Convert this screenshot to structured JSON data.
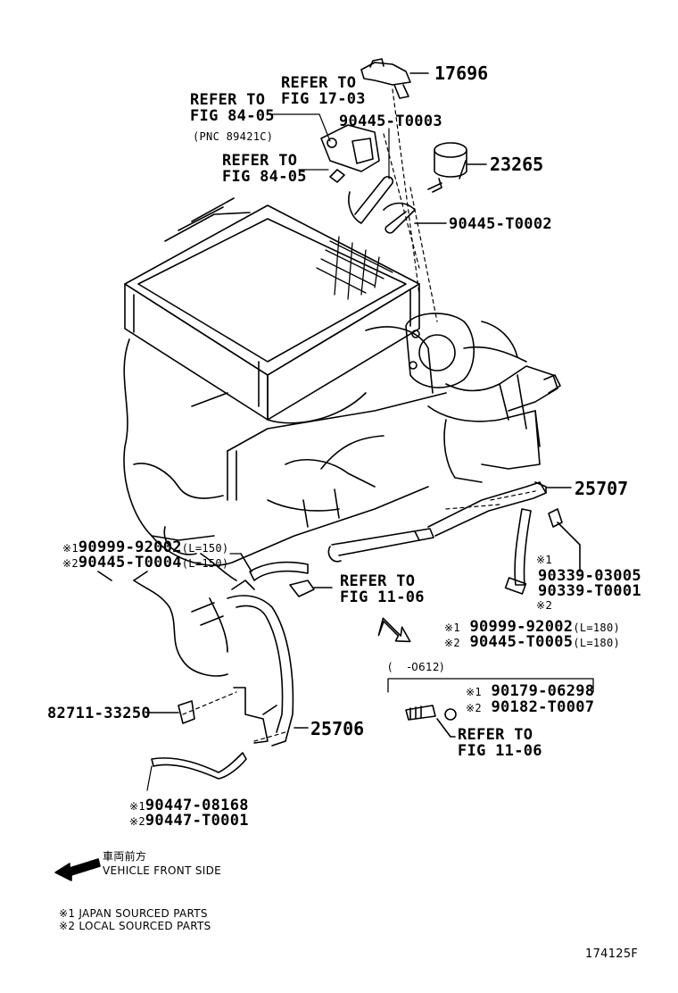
{
  "labels": {
    "p17696": "17696",
    "refer_17_l1": "REFER TO",
    "refer_17_l2": "FIG 17-03",
    "refer_84a_l1": "REFER TO",
    "refer_84a_l2": "FIG 84-05",
    "pnc": "(PNC 89421C)",
    "p90445_t0003": "90445-T0003",
    "refer_84b_l1": "REFER TO",
    "refer_84b_l2": "FIG 84-05",
    "p23265": "23265",
    "p90445_t0002": "90445-T0002",
    "p25707": "25707",
    "hose_a_mark1": "※1",
    "hose_a_code1": "90999-92002",
    "hose_a_len1": "(L=150)",
    "hose_a_mark2": "※2",
    "hose_a_code2": "90445-T0004",
    "hose_a_len2": "(L=150)",
    "refer_11a_l1": "REFER TO",
    "refer_11a_l2": "FIG 11-06",
    "vac_mark1": "※1",
    "vac_code1": "90339-03005",
    "vac_code2": "90339-T0001",
    "vac_mark2": "※2",
    "hose_b_mark1": "※1",
    "hose_b_code1": "90999-92002",
    "hose_b_len1": "(L=180)",
    "hose_b_mark2": "※2",
    "hose_b_code2": "90445-T0005",
    "hose_b_len2": "(L=180)",
    "date_range": "(    -0612)",
    "nut_mark1": "※1",
    "nut_code1": "90179-06298",
    "nut_mark2": "※2",
    "nut_code2": "90182-T0007",
    "p82711": "82711-33250",
    "p25706": "25706",
    "refer_11b_l1": "REFER TO",
    "refer_11b_l2": "FIG 11-06",
    "hose_c_mark1": "※1",
    "hose_c_code1": "90447-08168",
    "hose_c_mark2": "※2",
    "hose_c_code2": "90447-T0001"
  },
  "direction": {
    "japanese": "車両前方",
    "english": "VEHICLE FRONT SIDE"
  },
  "legend": {
    "line1": "※1 JAPAN SOURCED PARTS",
    "line2": "※2 LOCAL SOURCED PARTS"
  },
  "figure_id": "174125F"
}
